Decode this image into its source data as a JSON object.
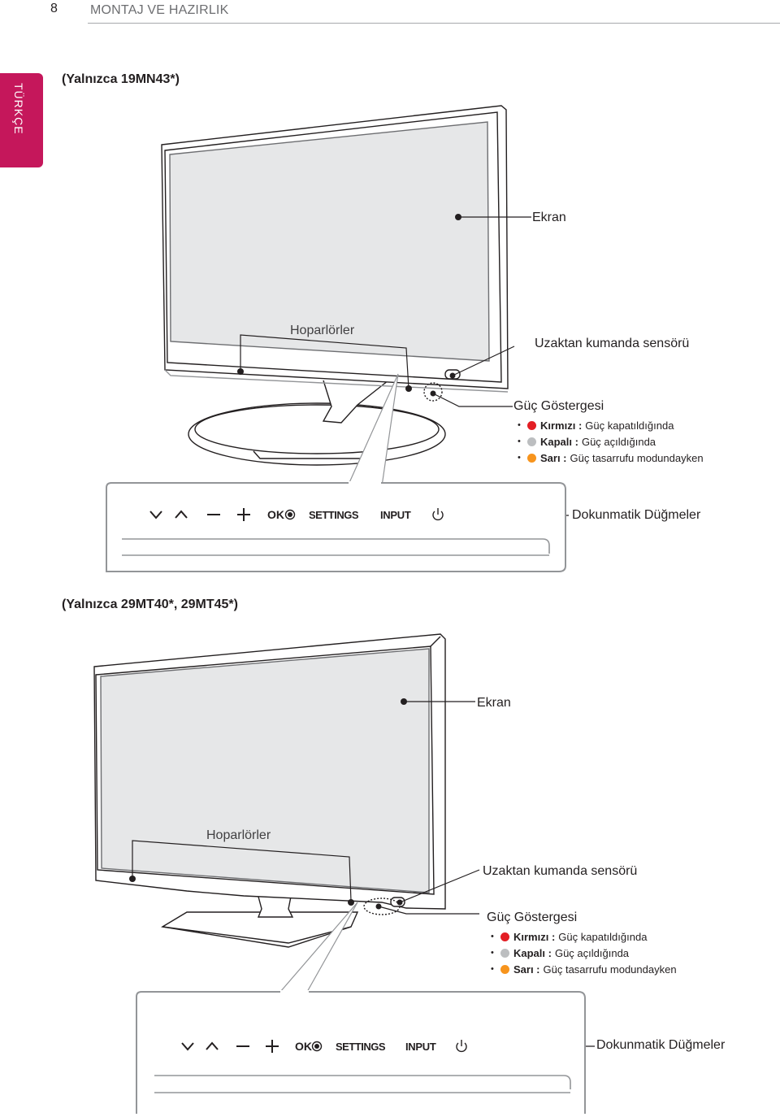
{
  "header": {
    "page_number": "8",
    "title": "MONTAJ VE HAZIRLIK"
  },
  "side_tab": {
    "label": "TÜRKÇE"
  },
  "colors": {
    "accent": "#c5175b",
    "red": "#e31e24",
    "grey": "#bcbec0",
    "orange": "#f7941d"
  },
  "section1": {
    "model": "(Yalnızca 19MN43*)",
    "screen_label": "Ekran",
    "speakers_label": "Hoparlörler",
    "remote_sensor_label": "Uzaktan kumanda sensörü",
    "power_indicator": {
      "title": "Güç Göstergesi",
      "items": [
        {
          "name": "Kırmızı :",
          "desc": "Güç kapatıldığında",
          "color": "red"
        },
        {
          "name": "Kapalı :",
          "desc": "Güç açıldığında",
          "color": "grey"
        },
        {
          "name": "Sarı :",
          "desc": "Güç tasarrufu modundayken",
          "color": "orange"
        }
      ]
    },
    "touch_buttons_label": "Dokunmatik Düğmeler",
    "buttons": [
      "∨",
      "∧",
      "—",
      "+",
      "OK",
      "SETTINGS",
      "INPUT",
      "power-icon"
    ]
  },
  "section2": {
    "model": "(Yalnızca 29MT40*, 29MT45*)",
    "screen_label": "Ekran",
    "speakers_label": "Hoparlörler",
    "remote_sensor_label": "Uzaktan kumanda sensörü",
    "power_indicator": {
      "title": "Güç Göstergesi",
      "items": [
        {
          "name": "Kırmızı :",
          "desc": "Güç kapatıldığında",
          "color": "red"
        },
        {
          "name": "Kapalı :",
          "desc": "Güç açıldığında",
          "color": "grey"
        },
        {
          "name": "Sarı :",
          "desc": "Güç tasarrufu modundayken",
          "color": "orange"
        }
      ]
    },
    "touch_buttons_label": "Dokunmatik Düğmeler",
    "buttons": [
      "∨",
      "∧",
      "—",
      "+",
      "OK",
      "SETTINGS",
      "INPUT",
      "power-icon"
    ]
  }
}
